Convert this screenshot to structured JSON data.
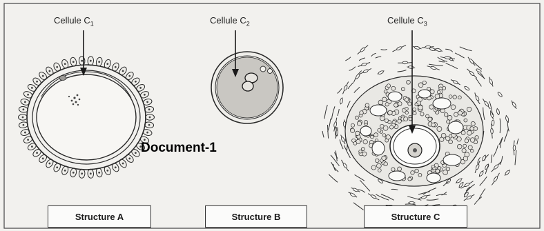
{
  "labels": {
    "c1_text": "Cellule C",
    "c1_sub": "1",
    "c2_text": "Cellule C",
    "c2_sub": "2",
    "c3_text": "Cellule C",
    "c3_sub": "3"
  },
  "structures": {
    "a": "Structure A",
    "b": "Structure B",
    "c": "Structure C"
  },
  "document_title": "Document-1",
  "colors": {
    "ink": "#2a2a2a",
    "frame": "#333333",
    "cytoplasm": "#c9c7c2",
    "background": "#f2f1ee"
  }
}
